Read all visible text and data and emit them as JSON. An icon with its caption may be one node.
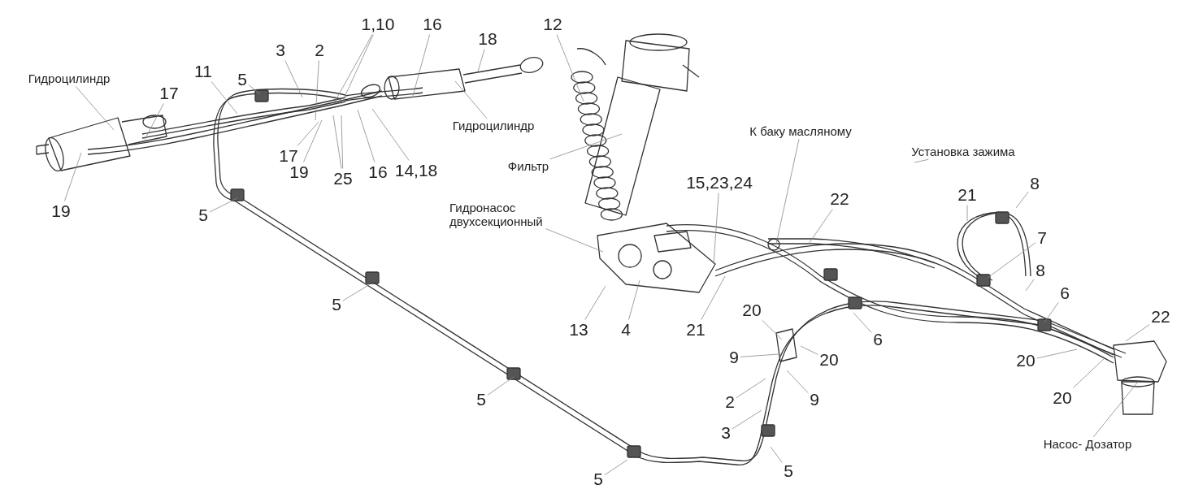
{
  "diagram": {
    "nodes": [
      {
        "text": [
          "Гидроцилиндр"
        ]
      },
      {
        "text": [
          "17"
        ]
      },
      {
        "text": [
          "19"
        ]
      },
      {
        "text": [
          "11"
        ]
      },
      {
        "text": [
          "5"
        ]
      },
      {
        "text": [
          "3"
        ]
      },
      {
        "text": [
          "2"
        ]
      },
      {
        "text": [
          "1,10"
        ]
      },
      {
        "text": [
          "16"
        ]
      },
      {
        "text": [
          "18"
        ]
      },
      {
        "text": [
          "Гидроцилиндр"
        ]
      },
      {
        "text": [
          "17"
        ]
      },
      {
        "text": [
          "19"
        ]
      },
      {
        "text": [
          "25"
        ]
      },
      {
        "text": [
          "16"
        ]
      },
      {
        "text": [
          "14,18"
        ]
      },
      {
        "text": [
          "12"
        ]
      },
      {
        "text": [
          "Фильтр"
        ]
      },
      {
        "text": [
          "Гидронасос двухсекционный"
        ]
      },
      {
        "text": [
          "15,23,24"
        ]
      },
      {
        "text": [
          "К баку  масляному"
        ]
      },
      {
        "text": [
          "Установка зажима"
        ]
      },
      {
        "text": [
          "22"
        ]
      },
      {
        "text": [
          "21"
        ]
      },
      {
        "text": [
          "8"
        ]
      },
      {
        "text": [
          "7"
        ]
      },
      {
        "text": [
          "8"
        ]
      },
      {
        "text": [
          "6"
        ]
      },
      {
        "text": [
          "22"
        ]
      },
      {
        "text": [
          "20"
        ]
      },
      {
        "text": [
          "20"
        ]
      },
      {
        "text": [
          "Насос- Дозатор"
        ]
      },
      {
        "text": [
          "13"
        ]
      },
      {
        "text": [
          "4"
        ]
      },
      {
        "text": [
          "21"
        ]
      },
      {
        "text": [
          "20"
        ]
      },
      {
        "text": [
          "20"
        ]
      },
      {
        "text": [
          "9"
        ]
      },
      {
        "text": [
          "9"
        ]
      },
      {
        "text": [
          "6"
        ]
      },
      {
        "text": [
          "2"
        ]
      },
      {
        "text": [
          "3"
        ]
      },
      {
        "text": [
          "5"
        ]
      },
      {
        "text": [
          "5"
        ]
      },
      {
        "text": [
          "5"
        ]
      },
      {
        "text": [
          "5"
        ]
      },
      {
        "text": [
          "5"
        ]
      }
    ],
    "edges": [
      {
        "from": 0,
        "to": null,
        "arrow": "none"
      },
      {
        "from": 1,
        "to": null,
        "arrow": "none"
      },
      {
        "from": 2,
        "to": null,
        "arrow": "none"
      },
      {
        "from": 3,
        "to": null,
        "arrow": "none"
      },
      {
        "from": 4,
        "to": null,
        "arrow": "none"
      },
      {
        "from": 5,
        "to": null,
        "arrow": "none"
      },
      {
        "from": 6,
        "to": null,
        "arrow": "none"
      },
      {
        "from": 7,
        "to": null,
        "arrow": "none"
      },
      {
        "from": 7,
        "to": null,
        "arrow": "none"
      },
      {
        "from": 8,
        "to": null,
        "arrow": "none"
      },
      {
        "from": 9,
        "to": null,
        "arrow": "none"
      },
      {
        "from": 10,
        "to": null,
        "arrow": "none"
      },
      {
        "from": 11,
        "to": null,
        "arrow": "none"
      },
      {
        "from": 12,
        "to": null,
        "arrow": "none"
      },
      {
        "from": 13,
        "to": null,
        "arrow": "none"
      },
      {
        "from": 13,
        "to": null,
        "arrow": "none"
      },
      {
        "from": 14,
        "to": null,
        "arrow": "none"
      },
      {
        "from": 15,
        "to": null,
        "arrow": "none"
      },
      {
        "from": 16,
        "to": null,
        "arrow": "none"
      },
      {
        "from": 17,
        "to": null,
        "arrow": "none"
      },
      {
        "from": 18,
        "to": null,
        "arrow": "none"
      },
      {
        "from": 19,
        "to": null,
        "arrow": "none"
      },
      {
        "from": 20,
        "to": null,
        "arrow": "none"
      },
      {
        "from": 21,
        "to": null,
        "arrow": "none"
      },
      {
        "from": 22,
        "to": null,
        "arrow": "none"
      },
      {
        "from": 23,
        "to": null,
        "arrow": "none"
      },
      {
        "from": 24,
        "to": null,
        "arrow": "none"
      },
      {
        "from": 25,
        "to": null,
        "arrow": "none"
      },
      {
        "from": 26,
        "to": null,
        "arrow": "none"
      },
      {
        "from": 27,
        "to": null,
        "arrow": "none"
      },
      {
        "from": 28,
        "to": null,
        "arrow": "none"
      },
      {
        "from": 29,
        "to": null,
        "arrow": "none"
      },
      {
        "from": 30,
        "to": null,
        "arrow": "none"
      },
      {
        "from": 31,
        "to": null,
        "arrow": "none"
      },
      {
        "from": 32,
        "to": null,
        "arrow": "none"
      },
      {
        "from": 33,
        "to": null,
        "arrow": "none"
      },
      {
        "from": 34,
        "to": null,
        "arrow": "none"
      },
      {
        "from": 35,
        "to": null,
        "arrow": "none"
      },
      {
        "from": 36,
        "to": null,
        "arrow": "none"
      },
      {
        "from": 37,
        "to": null,
        "arrow": "none"
      },
      {
        "from": 38,
        "to": null,
        "arrow": "none"
      },
      {
        "from": 39,
        "to": null,
        "arrow": "none"
      },
      {
        "from": 40,
        "to": null,
        "arrow": "none"
      },
      {
        "from": 41,
        "to": null,
        "arrow": "none"
      },
      {
        "from": 42,
        "to": null,
        "arrow": "none"
      },
      {
        "from": 43,
        "to": null,
        "arrow": "none"
      },
      {
        "from": 44,
        "to": null,
        "arrow": "none"
      },
      {
        "from": 45,
        "to": null,
        "arrow": "none"
      },
      {
        "from": 46,
        "to": null,
        "arrow": "none"
      }
    ]
  }
}
